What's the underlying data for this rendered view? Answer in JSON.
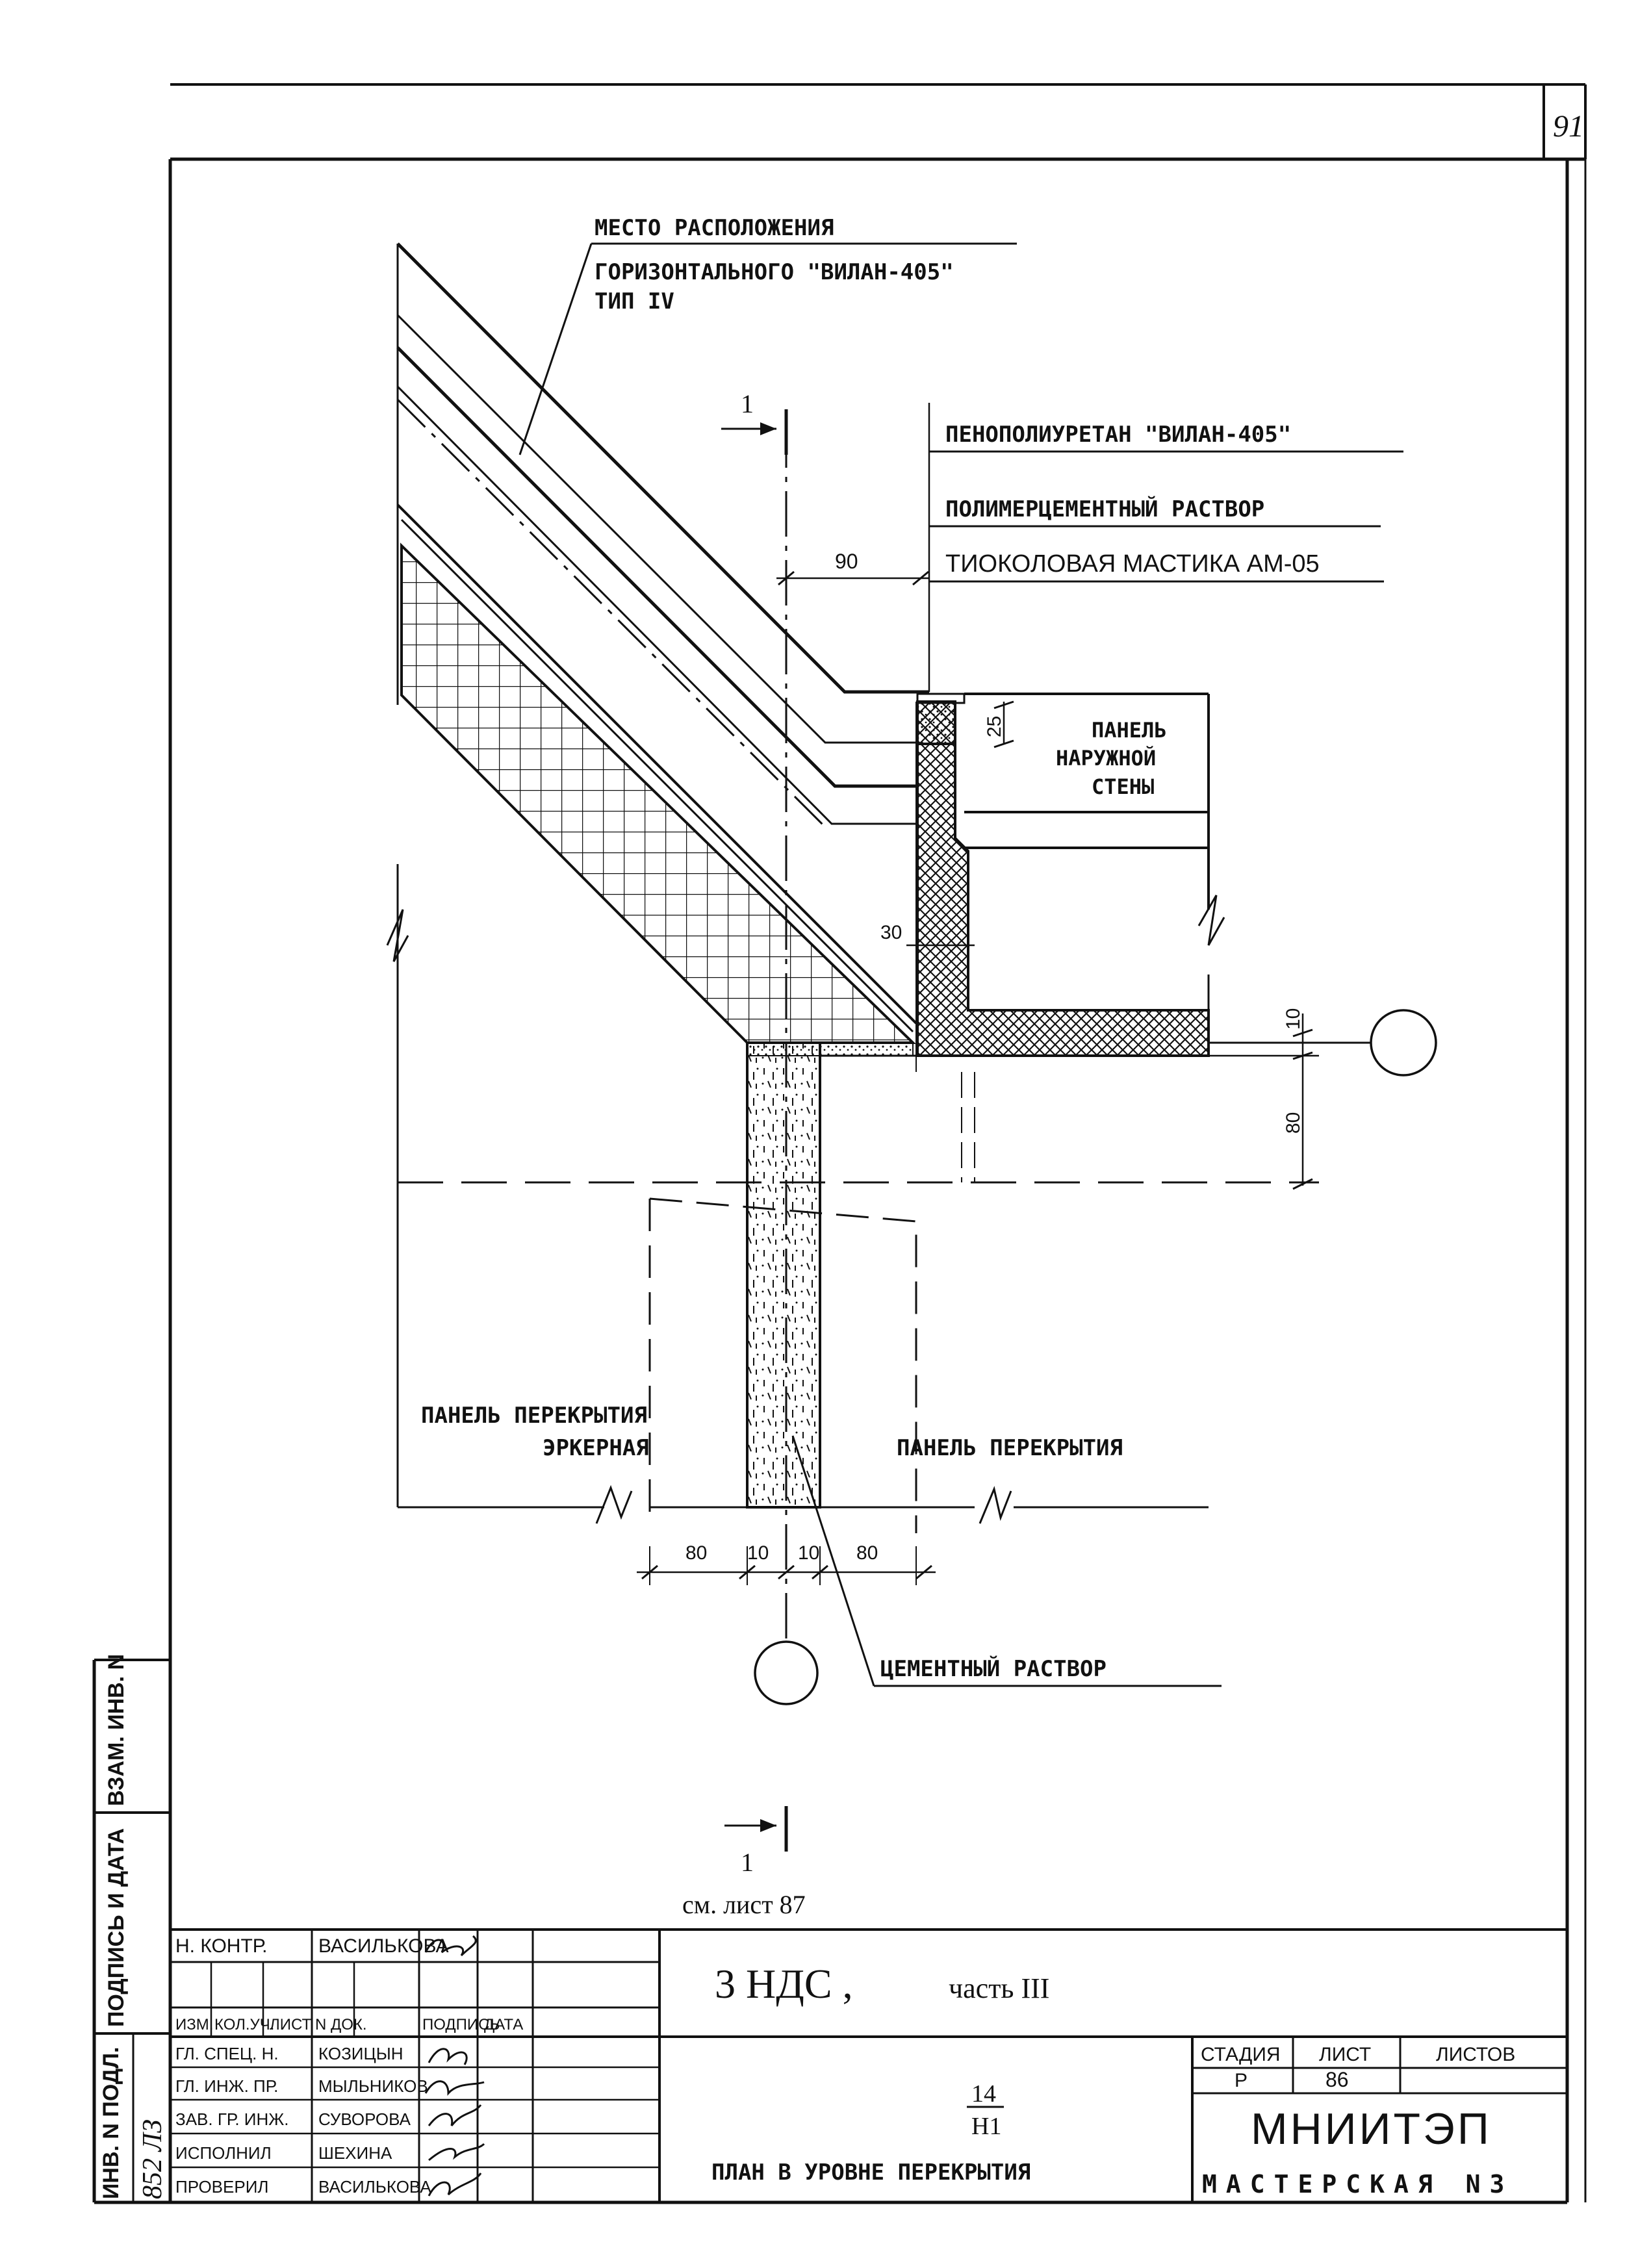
{
  "page_number": "91",
  "callouts": {
    "place_line1": "МЕСТО РАСПОЛОЖЕНИЯ",
    "place_line2": "ГОРИЗОНТАЛЬНОГО \"ВИЛАН-405\"",
    "place_line3": "ТИП IV",
    "foam": "ПЕНОПОЛИУРЕТАН \"ВИЛАН-405\"",
    "polymer": "ПОЛИМЕРЦЕМЕНТНЫЙ РАСТВОР",
    "mastic": "ТИОКОЛОВАЯ МАСТИКА АМ-05",
    "wall_panel_1": "ПАНЕЛЬ",
    "wall_panel_2": "НАРУЖНОЙ",
    "wall_panel_3": "СТЕНЫ",
    "bay_panel_1": "ПАНЕЛЬ ПЕРЕКРЫТИЯ",
    "bay_panel_2": "ЭРКЕРНАЯ",
    "floor_panel": "ПАНЕЛЬ ПЕРЕКРЫТИЯ",
    "cement": "ЦЕМЕНТНЫЙ РАСТВОР"
  },
  "dimensions": {
    "d90": "90",
    "d25": "25",
    "d30": "30",
    "d10_right": "10",
    "d80_right": "80",
    "b80_left": "80",
    "b10_left": "10",
    "b10_right": "10",
    "b80_right": "80"
  },
  "section": {
    "top_number": "1",
    "bottom_number": "1",
    "reference": "см. лист 87"
  },
  "side_stamp": {
    "col1": "ИНВ. N ПОДЛ.",
    "col2": "ПОДПИСЬ И ДАТА",
    "col3": "ВЗАМ. ИНВ. N",
    "inv_value": "852 ЛЗ"
  },
  "title_block": {
    "n_control_role": "Н. КОНТР.",
    "n_control_name": "ВАСИЛЬКОВА",
    "header_izm": "ИЗМ.",
    "header_koluch": "КОЛ.УЧ.",
    "header_list": "ЛИСТ",
    "header_ndok": "N ДОК.",
    "header_podpis": "ПОДПИСЬ",
    "header_data": "ДАТА",
    "rows": [
      {
        "role": "ГЛ. СПЕЦ. Н.",
        "name": "КОЗИЦЫН"
      },
      {
        "role": "ГЛ. ИНЖ. ПР.",
        "name": "МЫЛЬНИКОВ"
      },
      {
        "role": "ЗАВ. ГР. ИНЖ.",
        "name": "СУВОРОВА"
      },
      {
        "role": "ИСПОЛНИЛ",
        "name": "ШЕХИНА"
      },
      {
        "role": "ПРОВЕРИЛ",
        "name": "ВАСИЛЬКОВА"
      }
    ],
    "project_code": "3 НДС ,",
    "project_part": "часть III",
    "sheet_ref_top": "14",
    "sheet_ref_bottom": "Н1",
    "drawing_title": "ПЛАН В УРОВНЕ ПЕРЕКРЫТИЯ",
    "stage_label": "СТАДИЯ",
    "sheet_label": "ЛИСТ",
    "sheets_label": "ЛИСТОВ",
    "stage_value": "Р",
    "sheet_value": "86",
    "sheets_value": "",
    "org_name": "МНИИТЭП",
    "workshop": "МАСТЕРСКАЯ N3"
  }
}
